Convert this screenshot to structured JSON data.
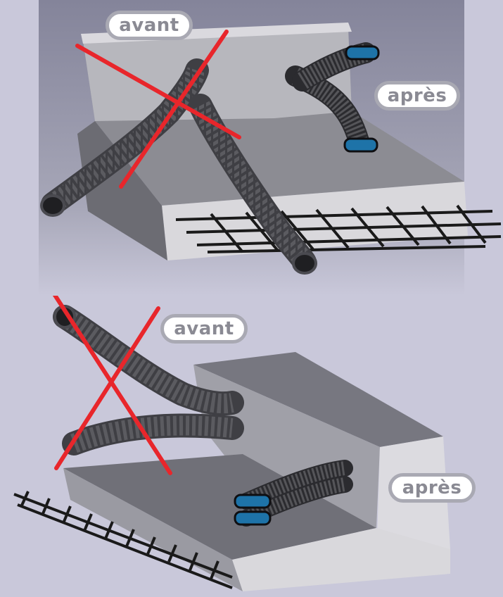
{
  "top_scene": {
    "before_label": "avant",
    "after_label": "après"
  },
  "bottom_scene": {
    "before_label": "avant",
    "after_label": "après"
  },
  "colors": {
    "background": "#c9c8da",
    "top_panel": "#8f8fa3",
    "concrete_top": "#b5b5b9",
    "concrete_side": "#d9d8dc",
    "tube": "#5b5b60",
    "tube_dark": "#3f3f44",
    "flat_tube_cap": "#1e73a8",
    "cross": "#e8262b",
    "rebar": "#1a1a1a",
    "badge_border": "#a9a9b3",
    "badge_text": "#8a8a93"
  },
  "icons": {
    "cross_mark": "x-icon"
  }
}
